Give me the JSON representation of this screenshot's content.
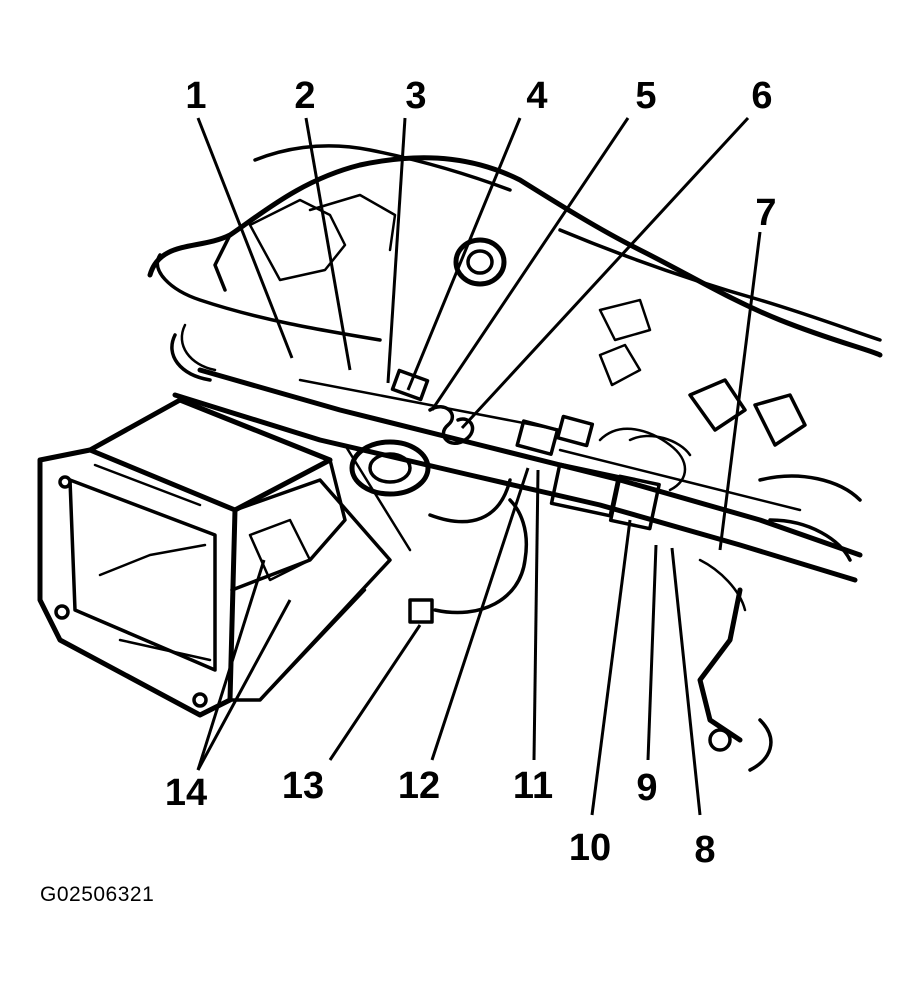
{
  "diagram": {
    "reference_code": "G02506321",
    "callouts": [
      {
        "label": "1"
      },
      {
        "label": "2"
      },
      {
        "label": "3"
      },
      {
        "label": "4"
      },
      {
        "label": "5"
      },
      {
        "label": "6"
      },
      {
        "label": "7"
      },
      {
        "label": "8"
      },
      {
        "label": "9"
      },
      {
        "label": "10"
      },
      {
        "label": "11"
      },
      {
        "label": "12"
      },
      {
        "label": "13"
      },
      {
        "label": "14"
      }
    ]
  }
}
